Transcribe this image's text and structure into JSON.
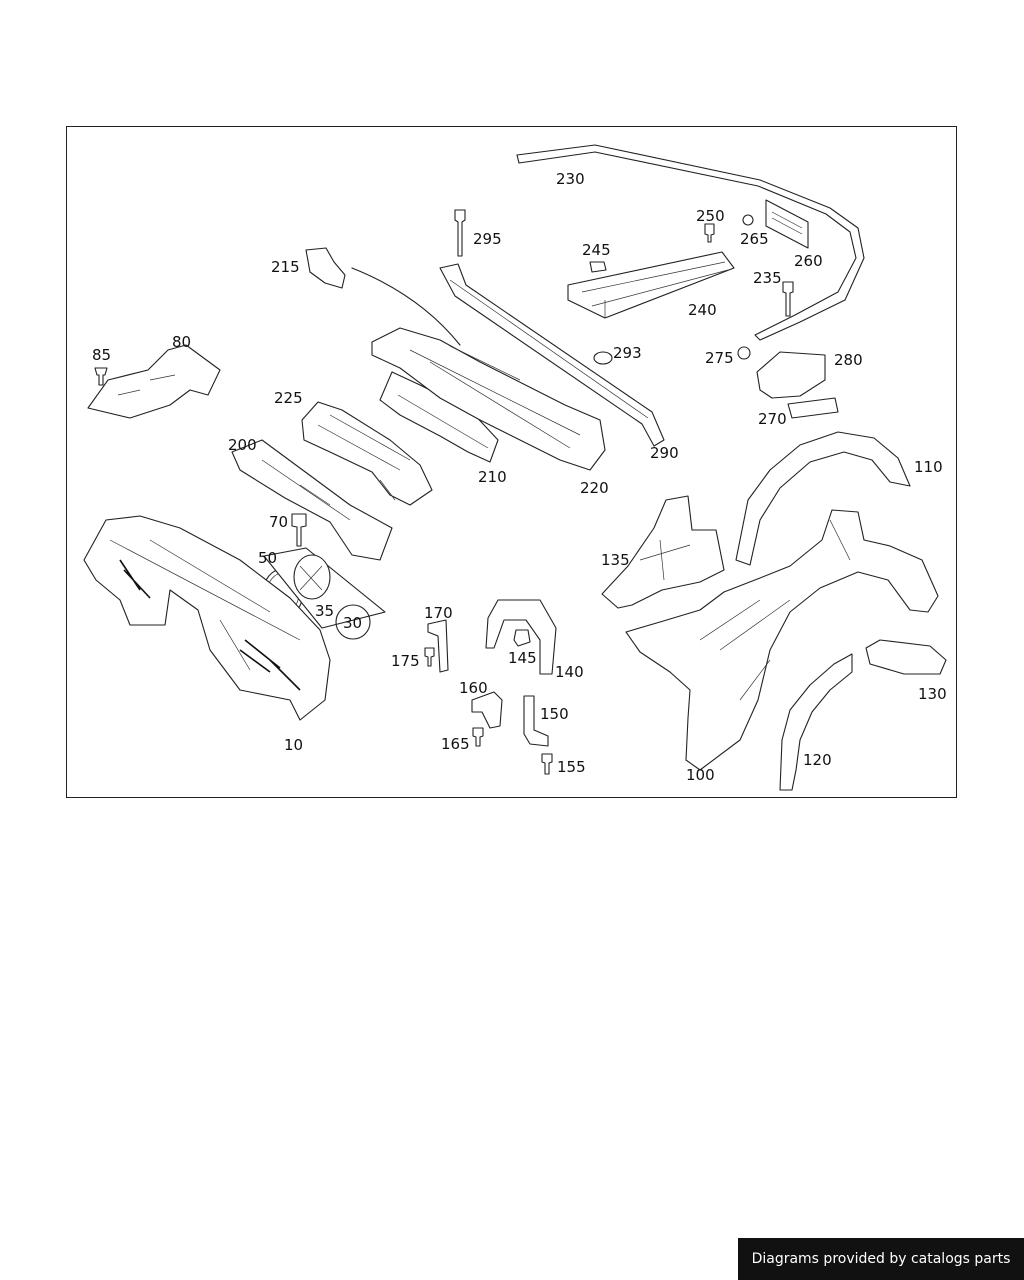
{
  "diagram": {
    "callouts": [
      "230",
      "295",
      "250",
      "265",
      "260",
      "215",
      "245",
      "235",
      "240",
      "80",
      "85",
      "293",
      "275",
      "280",
      "225",
      "270",
      "290",
      "200",
      "210",
      "220",
      "110",
      "70",
      "50",
      "135",
      "35",
      "30",
      "170",
      "145",
      "175",
      "140",
      "160",
      "150",
      "165",
      "155",
      "10",
      "130",
      "120",
      "100"
    ]
  },
  "footer": {
    "credit": "Diagrams provided by catalogs parts"
  },
  "colors": {
    "line": "#222222",
    "badge_bg": "#111111",
    "badge_text": "#ffffff"
  }
}
